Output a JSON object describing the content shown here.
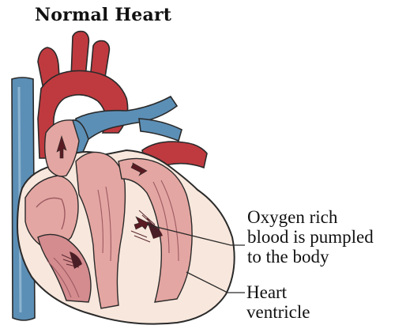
{
  "title": "Normal Heart",
  "labels": {
    "oxygen_line1": "Oxygen rich",
    "oxygen_line2": "blood is pumpled",
    "oxygen_line3": "to the body",
    "ventricle_line1": "Heart",
    "ventricle_line2": "ventricle"
  },
  "colors": {
    "vein_blue": "#5c8fb6",
    "artery_red": "#bf3a3f",
    "tissue_pink": "#e4a6a2",
    "muscle_dark": "#9c5a63",
    "chamber_cream": "#f8e7dc",
    "outline": "#2a2a2a"
  },
  "icons": {
    "flow_arrows": "arrow-icon"
  }
}
